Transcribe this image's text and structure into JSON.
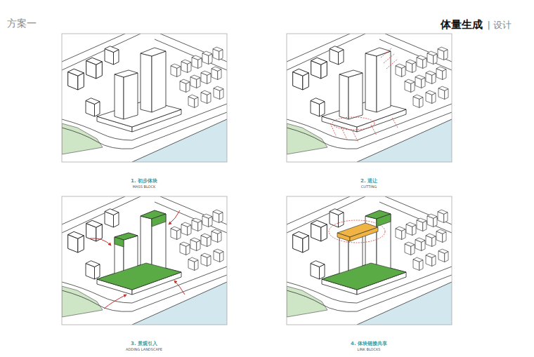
{
  "diagram": {
    "title": "体量生成",
    "labels": [
      "方案一",
      "| 设计",
      "1. 初步体块",
      "MASS BLOCK",
      "2. 退让",
      "CUTTING",
      "3. 景观引入",
      "ADDING LANDSCAPE",
      "4. 体块链接共享",
      "LINK BLOCKS"
    ]
  }
}
